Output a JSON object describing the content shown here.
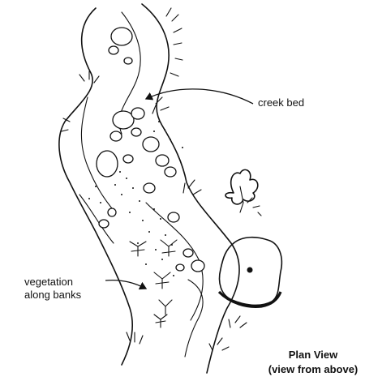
{
  "labels": {
    "creek_bed": "creek bed",
    "vegetation_line1": "vegetation",
    "vegetation_line2": "along banks",
    "plan_view": "Plan View",
    "view_from_above": "(view from above)"
  },
  "colors": {
    "ink": "#111111",
    "paper": "#ffffff"
  }
}
